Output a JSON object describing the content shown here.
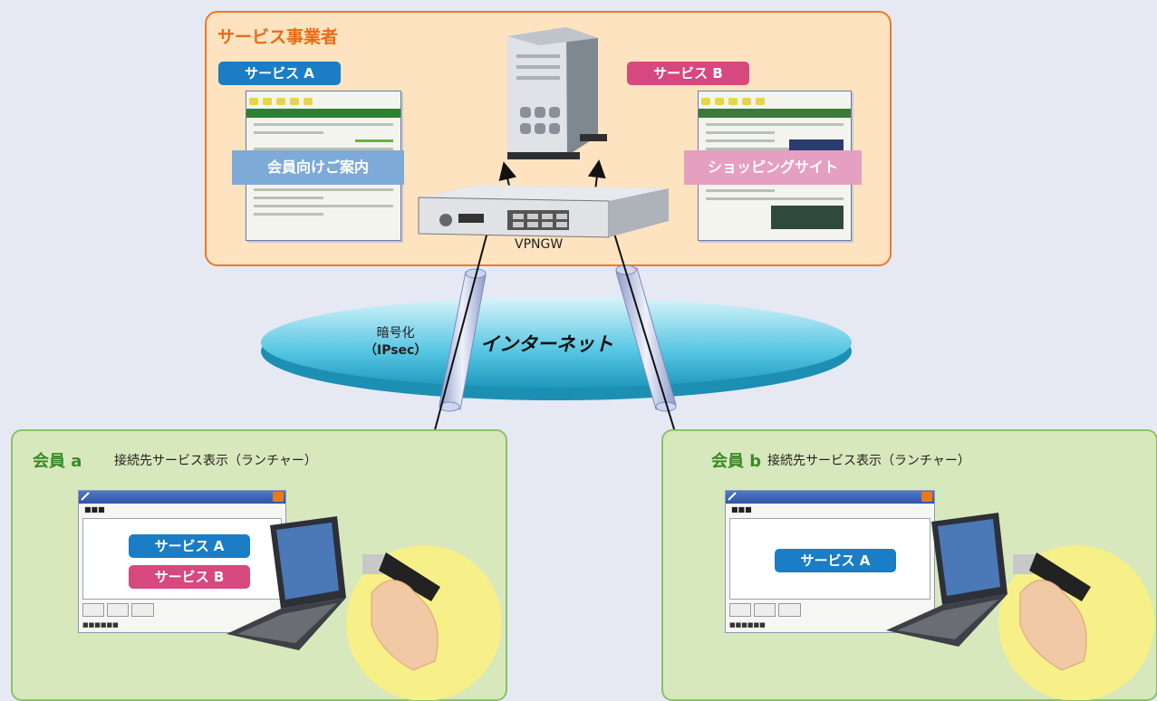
{
  "provider": {
    "title": "サービス事業者",
    "service_a": {
      "label": "サービス A",
      "overlay": "会員向けご案内"
    },
    "service_b": {
      "label": "サービス B",
      "overlay": "ショッピングサイト"
    },
    "gateway_label": "VPNGW"
  },
  "network": {
    "internet_label": "インターネット",
    "encryption_line1": "暗号化",
    "encryption_line2": "（IPsec）"
  },
  "members": [
    {
      "name": "会員 a",
      "description": "接続先サービス表示（ランチャー）",
      "launcher_items": [
        "サービス A",
        "サービス B"
      ]
    },
    {
      "name": "会員 b",
      "description": "接続先サービス表示（ランチャー）",
      "launcher_items": [
        "サービス A"
      ]
    }
  ],
  "colors": {
    "provider_bg": "#fde3c0",
    "provider_border": "#ee7a22",
    "member_bg": "#d8e8bd",
    "member_border": "#8cc16a",
    "service_a": "#1a7dc6",
    "service_b": "#d6487e",
    "internet": "#2bb7d8",
    "tunnel": "#aab8dd"
  },
  "icons": [
    "server-icon",
    "vpn-gateway-icon",
    "laptop-icon",
    "usb-key-icon",
    "hand-icon",
    "pen-icon"
  ]
}
